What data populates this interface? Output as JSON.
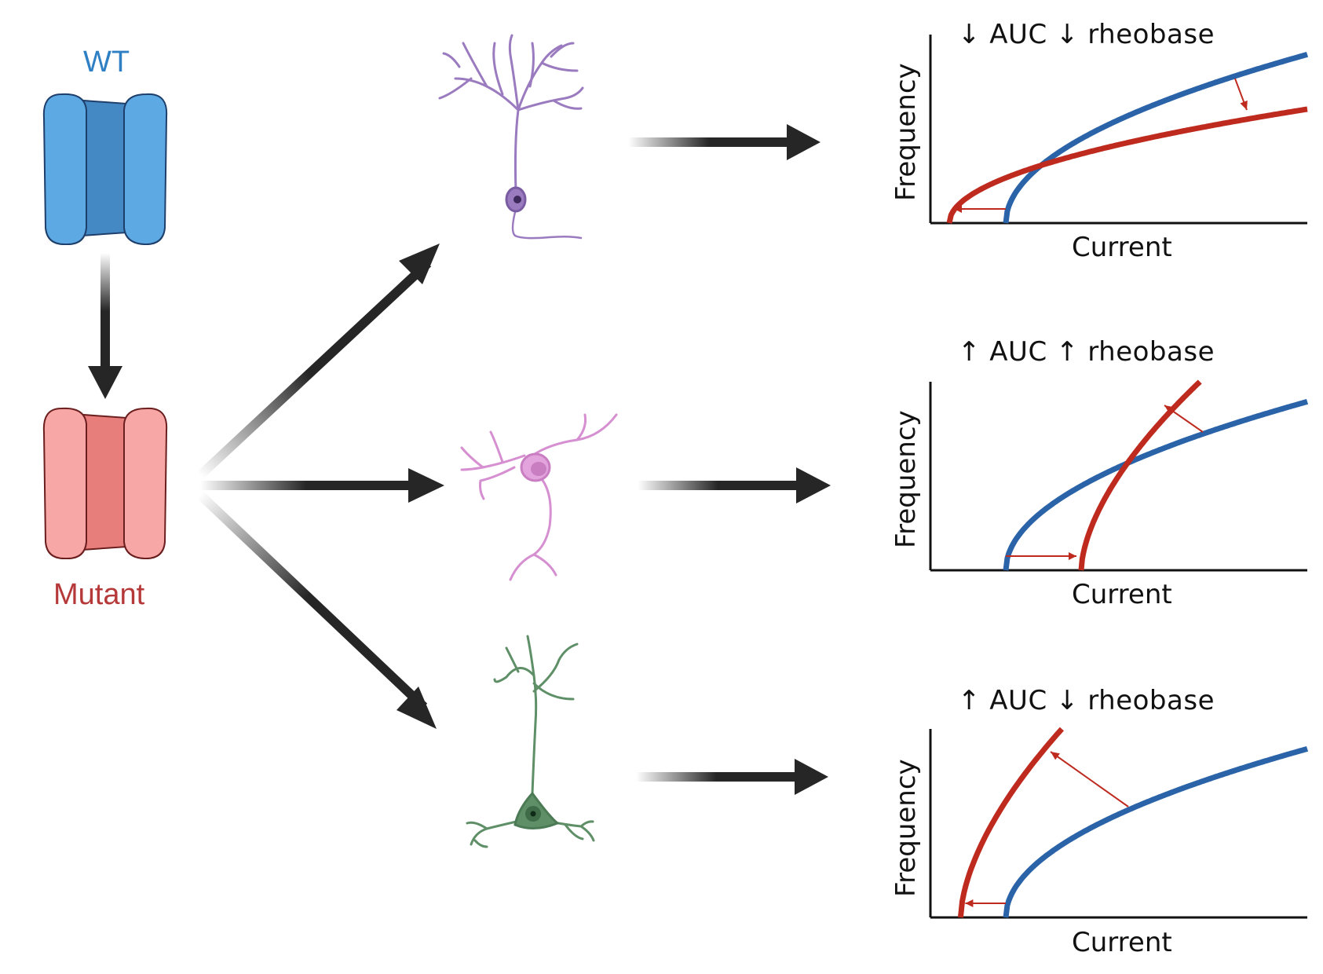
{
  "channels": {
    "wt": {
      "label": "WT",
      "color": "#2e7fc4",
      "fill": "#5da9e4",
      "pore": "#4488c4"
    },
    "mutant": {
      "label": "Mutant",
      "color": "#b6393a",
      "fill": "#f7a8a6",
      "pore": "#e87e7c"
    }
  },
  "neurons": [
    {
      "name": "neuron-purple",
      "color": "#9b7bbf"
    },
    {
      "name": "neuron-pink",
      "color": "#d68fd0"
    },
    {
      "name": "neuron-green",
      "color": "#5e8f67"
    }
  ],
  "colors": {
    "wt_curve": "#2a63a8",
    "mutant_curve": "#bf2a1f",
    "arrow": "#262626"
  },
  "panels": [
    {
      "title": "↓ AUC ↓ rheobase",
      "xlabel": "Current",
      "ylabel": "Frequency"
    },
    {
      "title": "↑ AUC ↑ rheobase",
      "xlabel": "Current",
      "ylabel": "Frequency"
    },
    {
      "title": "↑ AUC ↓ rheobase",
      "xlabel": "Current",
      "ylabel": "Frequency"
    }
  ],
  "chart_data": [
    {
      "type": "line",
      "title": "↓ AUC ↓ rheobase",
      "xlabel": "Current",
      "ylabel": "Frequency",
      "series": [
        {
          "color": "#2a63a8",
          "rheobase": 0.2,
          "gain": 1.0,
          "exponent": 0.5
        },
        {
          "color": "#bf2a1f",
          "rheobase": 0.05,
          "gain": 0.62,
          "exponent": 0.5
        }
      ]
    },
    {
      "type": "line",
      "title": "↑ AUC ↑ rheobase",
      "xlabel": "Current",
      "ylabel": "Frequency",
      "series": [
        {
          "color": "#2a63a8",
          "rheobase": 0.2,
          "gain": 1.0,
          "exponent": 0.5
        },
        {
          "color": "#bf2a1f",
          "rheobase": 0.4,
          "gain": 2.0,
          "exponent": 0.6
        }
      ]
    },
    {
      "type": "line",
      "title": "↑ AUC ↓ rheobase",
      "xlabel": "Current",
      "ylabel": "Frequency",
      "series": [
        {
          "color": "#2a63a8",
          "rheobase": 0.2,
          "gain": 1.0,
          "exponent": 0.5
        },
        {
          "color": "#bf2a1f",
          "rheobase": 0.08,
          "gain": 2.2,
          "exponent": 0.6
        }
      ]
    }
  ]
}
